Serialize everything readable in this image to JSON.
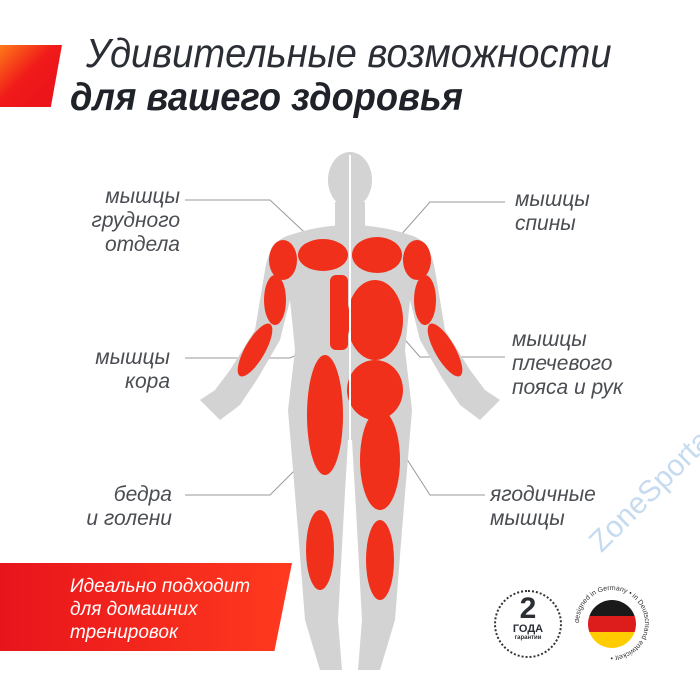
{
  "title": {
    "line1": "Удивительные возможности",
    "line2": "для вашего здоровья"
  },
  "labels_left": [
    {
      "lines": [
        "мышцы",
        "грудного",
        "отдела"
      ]
    },
    {
      "lines": [
        "мышцы",
        "кора"
      ]
    },
    {
      "lines": [
        "бедра",
        "и голени"
      ]
    }
  ],
  "labels_right": [
    {
      "lines": [
        "мышцы",
        "спины"
      ]
    },
    {
      "lines": [
        "мышцы",
        "плечевого",
        "пояса и рук"
      ]
    },
    {
      "lines": [
        "ягодичные",
        "мышцы"
      ]
    }
  ],
  "banner": {
    "lines": [
      "Идеально подходит",
      "для домашних",
      "тренировок"
    ]
  },
  "warranty_badge": {
    "number": "2",
    "unit": "ГОДА",
    "caption": "гарантии"
  },
  "germany_badge": {
    "text": "designed in Germany • in Deutschland entwickelt •",
    "flag_colors": [
      "#1a1a1a",
      "#dd1c1c",
      "#ffcc00"
    ]
  },
  "watermark": "ZoneSporta.com",
  "colors": {
    "accent": "#ee1c1c",
    "muscle": "#f0301a",
    "body": "#d3d3d3",
    "text": "#4a4d52"
  }
}
